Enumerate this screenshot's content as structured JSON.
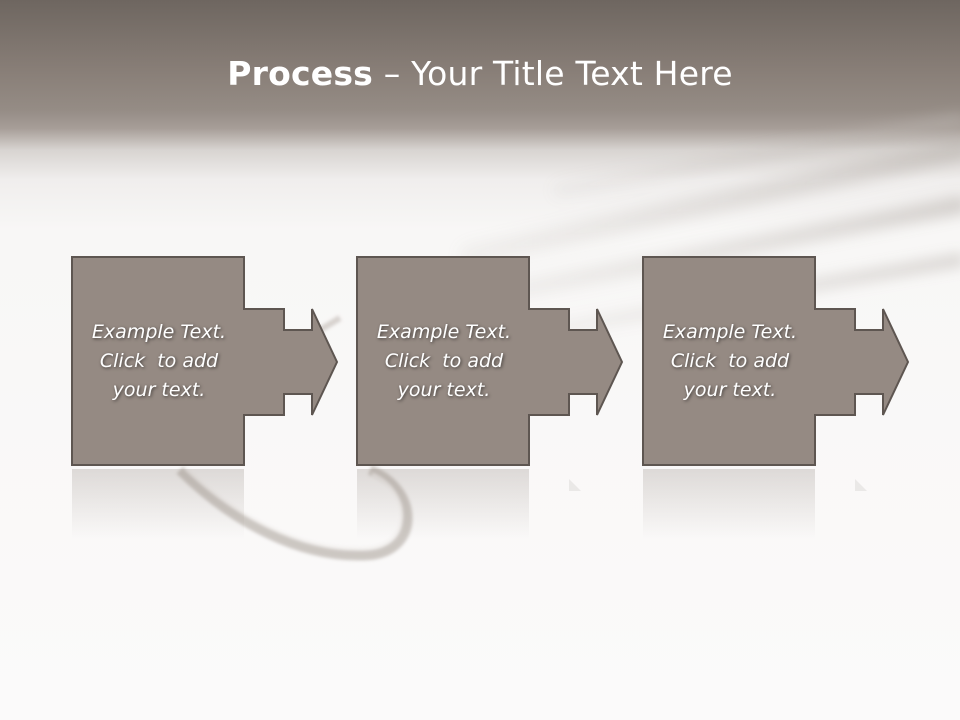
{
  "title": {
    "bold": "Process",
    "rest": " – Your Title Text Here"
  },
  "steps": [
    {
      "lines": [
        "Example Text.",
        "Click  to add",
        "your text."
      ]
    },
    {
      "lines": [
        "Example Text.",
        "Click  to add",
        "your text."
      ]
    },
    {
      "lines": [
        "Example Text.",
        "Click  to add",
        "your text."
      ]
    }
  ],
  "colors": {
    "header": "#7b726c",
    "box_fill": "#958a83",
    "box_border": "#5e5651",
    "text": "#ffffff"
  }
}
